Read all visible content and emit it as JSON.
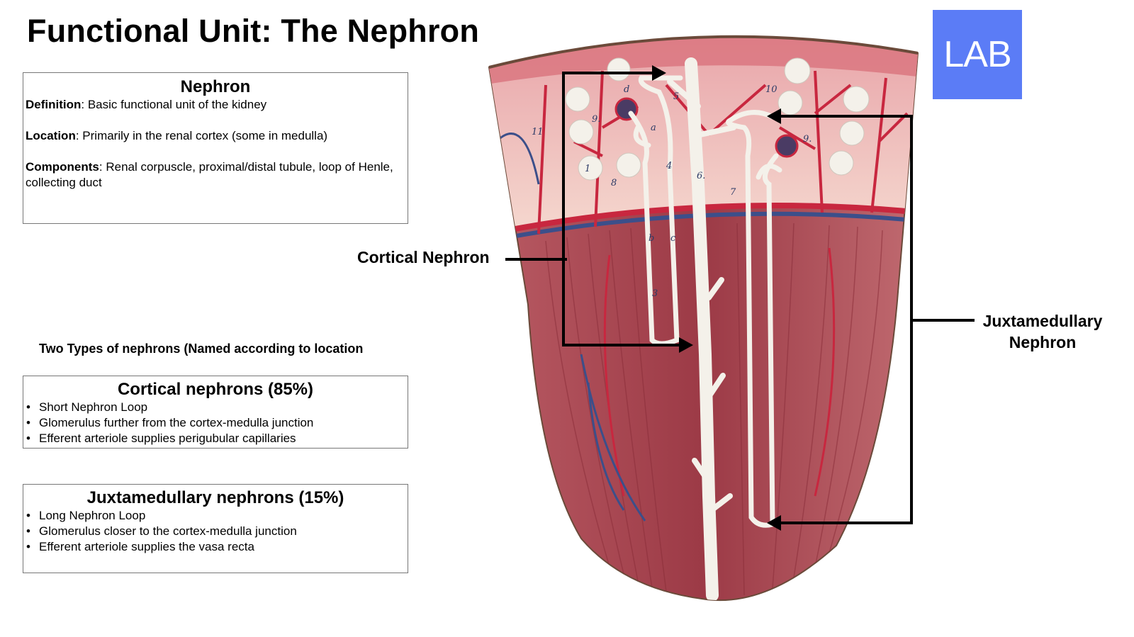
{
  "title": "Functional Unit: The Nephron",
  "logo": "LAB",
  "nephron_box": {
    "heading": "Nephron",
    "definition_label": "Definition",
    "definition_text": ": Basic functional unit of the kidney",
    "location_label": "Location",
    "location_text": ": Primarily in the renal cortex (some in medulla)",
    "components_label": "Components",
    "components_text": ": Renal corpuscle, proximal/distal tubule, loop of Henle, collecting duct"
  },
  "types_heading": "Two Types of nephrons (Named according to location",
  "cortical_box": {
    "heading": "Cortical nephrons (85%)",
    "bullets": [
      "Short Nephron Loop",
      "Glomerulus further from the cortex-medulla junction",
      "Efferent arteriole supplies perigubular capillaries"
    ]
  },
  "juxta_box": {
    "heading": "Juxtamedullary nephrons (15%)",
    "bullets": [
      "Long Nephron Loop",
      "Glomerulus closer to the cortex-medulla junction",
      "Efferent arteriole supplies the vasa recta"
    ]
  },
  "callouts": {
    "cortical": "Cortical Nephron",
    "juxta_line1": "Juxtamedullary",
    "juxta_line2": "Nephron"
  },
  "colors": {
    "logo_bg": "#5b7cf6",
    "cortex": "#f2c9c4",
    "medulla": "#a8454f",
    "vessel_red": "#c8273f",
    "vessel_blue": "#3c4f8a"
  },
  "icons": [
    "renal-model-illustration",
    "arrow-right-icon",
    "arrow-left-icon"
  ]
}
